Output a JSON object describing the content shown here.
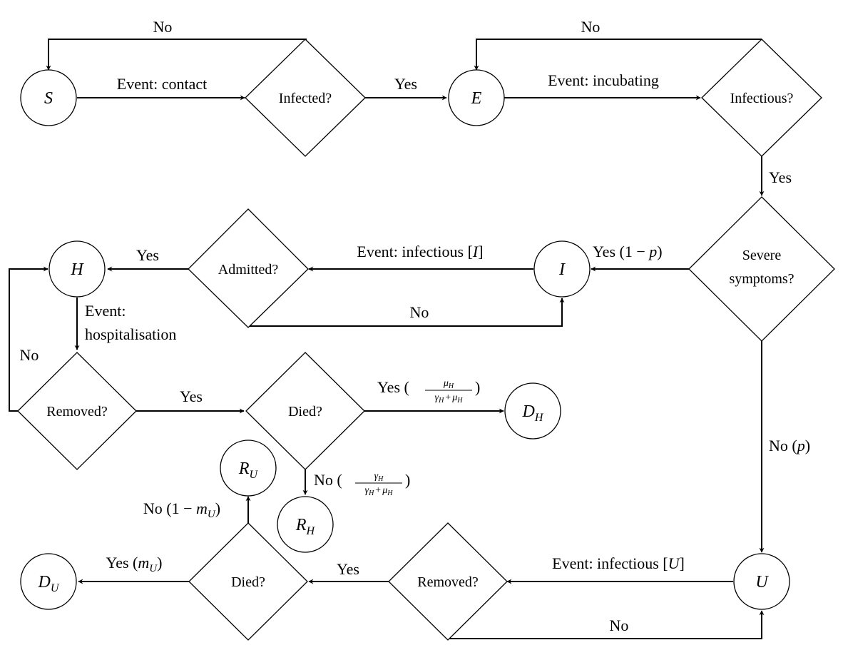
{
  "states": {
    "S": "S",
    "E": "E",
    "I": "I",
    "H": "H",
    "U": "U",
    "D": "D",
    "R": "R",
    "sub_H": "H",
    "sub_U": "U"
  },
  "decisions": {
    "infected": "Infected?",
    "infectious": "Infectious?",
    "severe_line1": "Severe",
    "severe_line2": "symptoms?",
    "admitted": "Admitted?",
    "removed_h": "Removed?",
    "died_h": "Died?",
    "removed_u": "Removed?",
    "died_u": "Died?"
  },
  "events": {
    "contact": "Event: contact",
    "incubating": "Event: incubating",
    "infectious_i_prefix": "Event: infectious [",
    "infectious_i_var": "I",
    "infectious_u_prefix": "Event: infectious [",
    "infectious_u_var": "U",
    "close_bracket": "]",
    "hospitalisation_line1": "Event:",
    "hospitalisation_line2": "hospitalisation"
  },
  "branches": {
    "yes": "Yes",
    "no": "No",
    "yes_p_prefix": "Yes (1 − ",
    "p": "p",
    "close_paren": ")",
    "no_p_prefix": "No (",
    "yes_frac_prefix": "Yes (",
    "no_frac_prefix": "No (",
    "mu": "μ",
    "gamma": "γ",
    "plus": "+",
    "yes_m_prefix": "Yes (",
    "m": "m",
    "no_m_prefix": "No (1 − "
  }
}
